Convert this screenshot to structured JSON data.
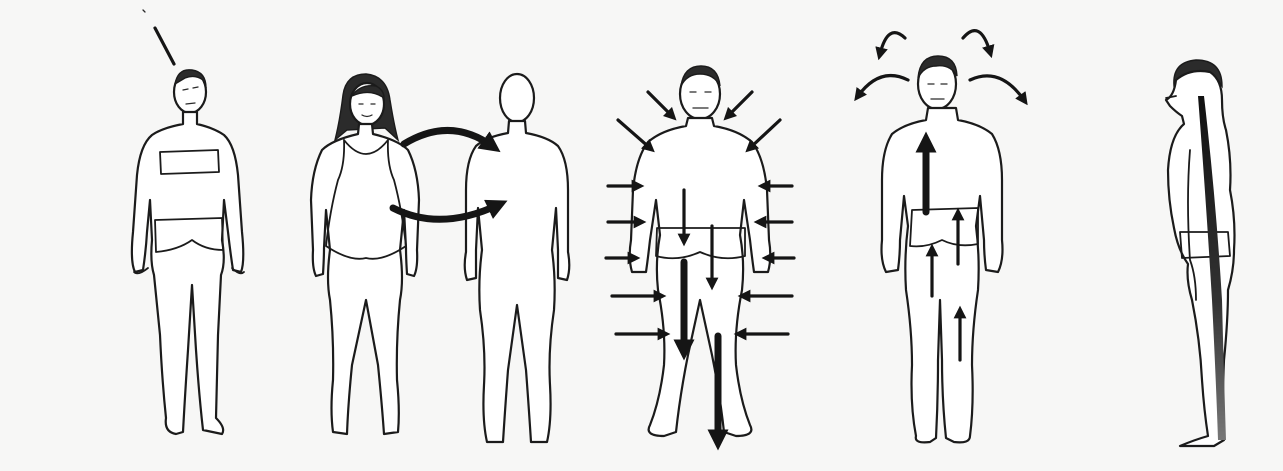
{
  "figures": [
    {
      "name": "figure-1-man-head-tilted",
      "description_icon": "posture-head-tilt-icon"
    },
    {
      "name": "figure-2-woman-swimsuit",
      "description_icon": "posture-woman-icon"
    },
    {
      "name": "figure-3-silhouette",
      "description_icon": "silhouette-icon"
    },
    {
      "name": "figure-4-man-compressed",
      "description_icon": "compression-arrows-icon"
    },
    {
      "name": "figure-5-man-lifting",
      "description_icon": "upward-arrows-icon"
    },
    {
      "name": "figure-6-man-side-view",
      "description_icon": "side-profile-icon"
    }
  ],
  "colors": {
    "background": "#f7f7f6",
    "line": "#1b1b1b",
    "arrow": "#151515"
  }
}
